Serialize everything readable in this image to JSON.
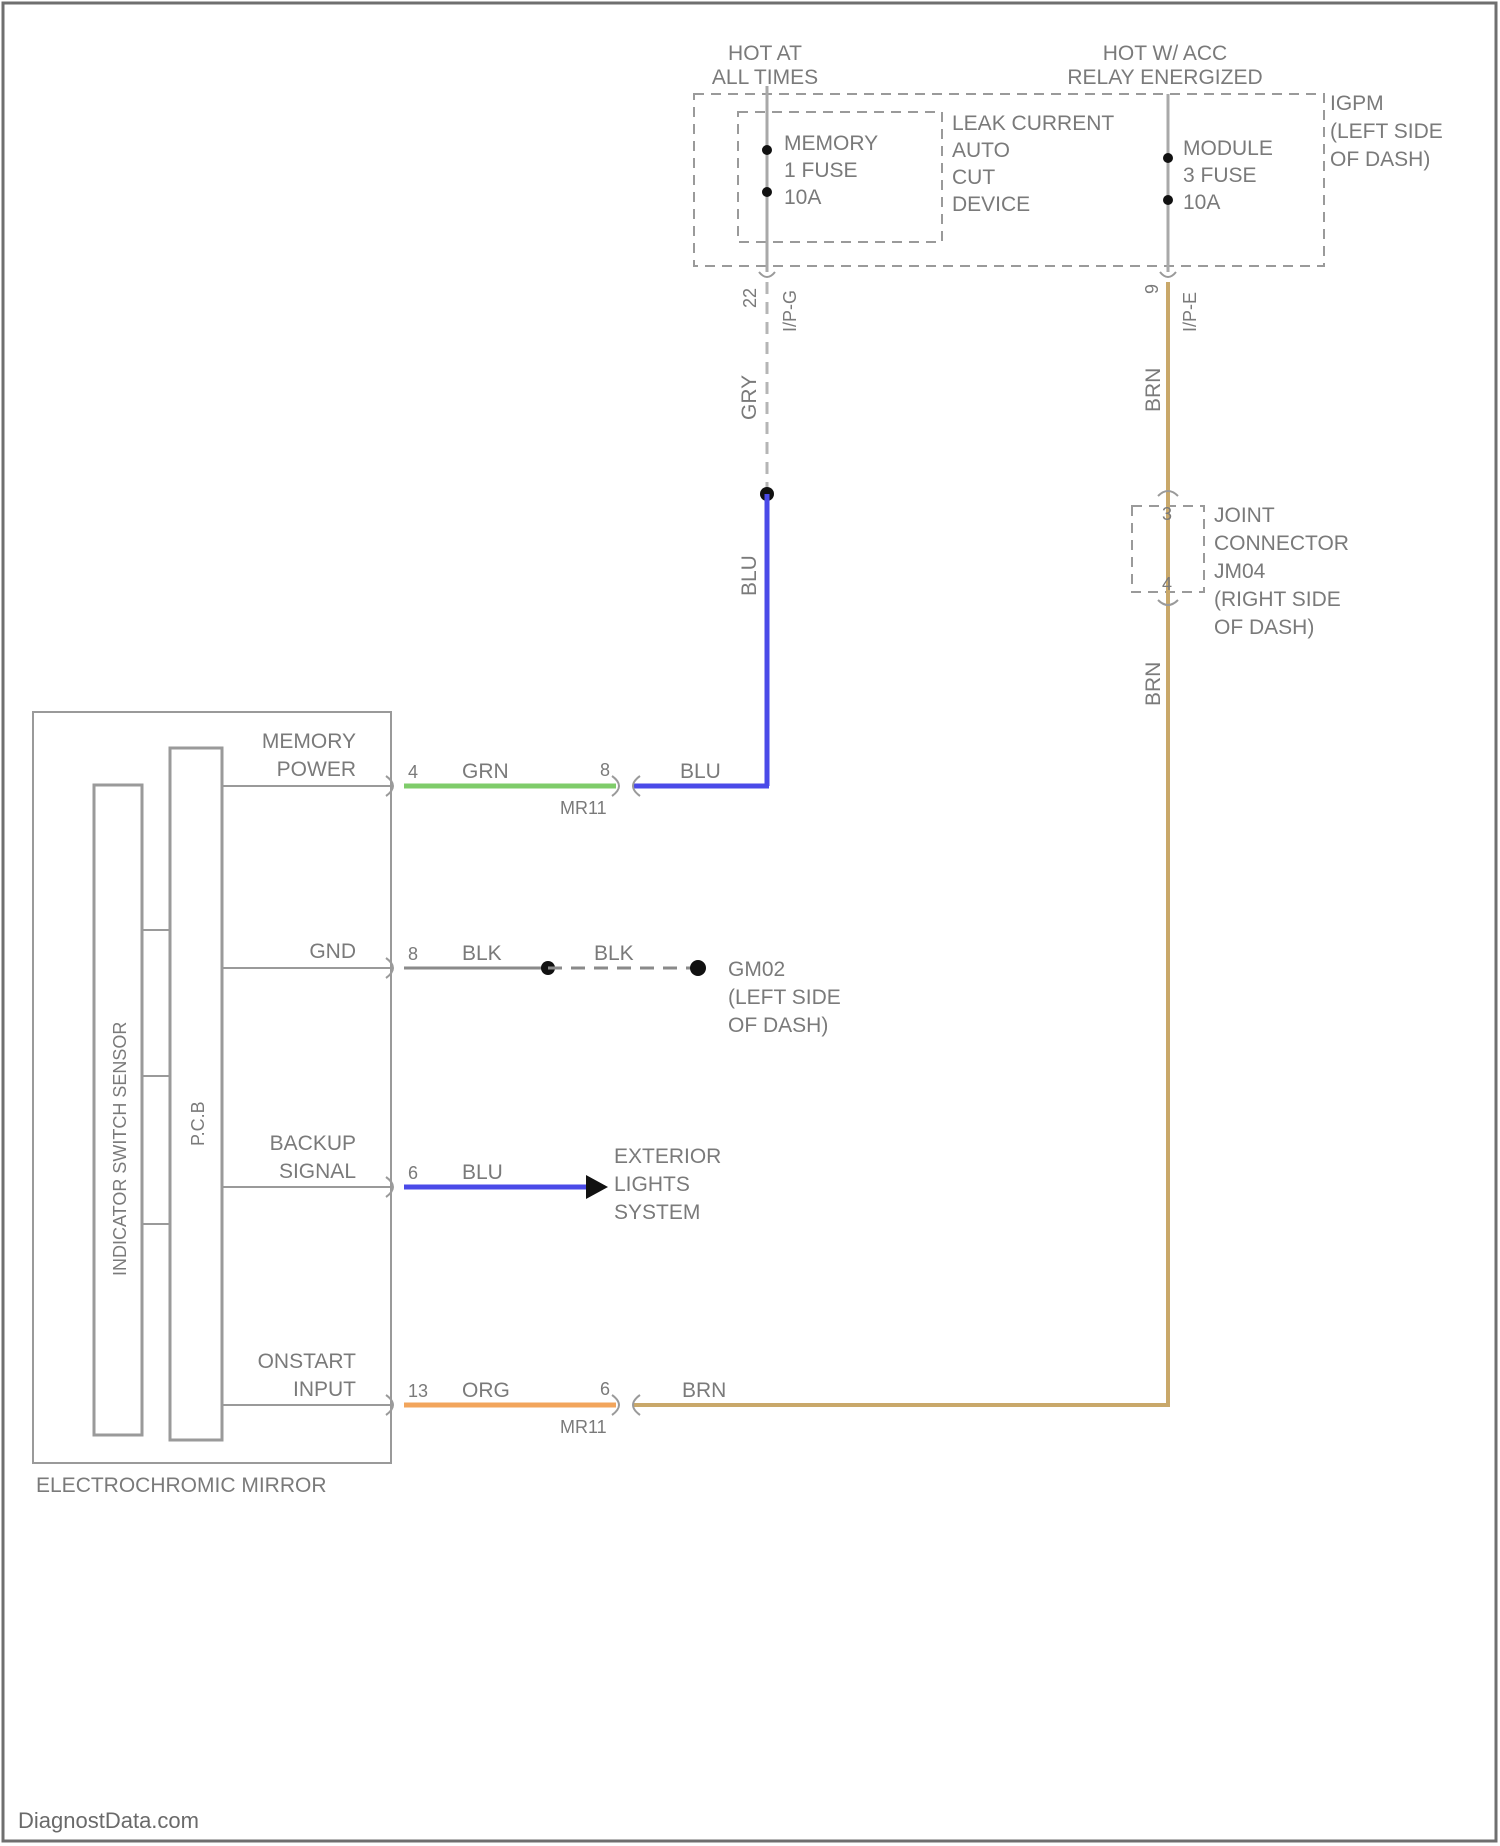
{
  "colors": {
    "frame": "#6f6f6f",
    "wire_gray": "#a9a9a9",
    "wire_blue": "#4a4ae8",
    "wire_green": "#7fcc6a",
    "wire_orange": "#f2a55c",
    "wire_brown": "#c9a86a",
    "node": "#111111"
  },
  "fuse_box": {
    "hot_at_all_times": [
      "HOT AT",
      "ALL TIMES"
    ],
    "hot_relay": [
      "HOT W/ ACC",
      "RELAY ENERGIZED"
    ],
    "name": [
      "IGPM",
      "(LEFT SIDE",
      "OF DASH)"
    ],
    "memory_fuse": [
      "MEMORY",
      "1 FUSE",
      "10A"
    ],
    "leak_device": [
      "LEAK CURRENT",
      "AUTO",
      "CUT",
      "DEVICE"
    ],
    "module_fuse": [
      "MODULE",
      "3 FUSE",
      "10A"
    ],
    "pin_left": "I/P-G",
    "pin_left_num": "22",
    "pin_right": "I/P-E",
    "pin_right_num": "9"
  },
  "wires": {
    "gray_label": "GRY",
    "blue_label": "BLU",
    "brown_top": "BRN",
    "brown_mid": "BRN",
    "grn_label": "GRN",
    "blu_h_label": "BLU",
    "blk1": "BLK",
    "blk2": "BLK",
    "blu_backup": "BLU",
    "org_label": "ORG",
    "brn_h_label": "BRN"
  },
  "joint_connector": {
    "label": [
      "JOINT",
      "CONNECTOR",
      "JM04",
      "(RIGHT SIDE",
      "OF DASH)"
    ],
    "pin_top": "3",
    "pin_bottom": "4"
  },
  "mirror": {
    "title": "ELECTROCHROMIC MIRROR",
    "sensor": "INDICATOR SWITCH SENSOR",
    "pcb": "P.C.B",
    "memory_power": [
      "MEMORY",
      "POWER"
    ],
    "gnd": "GND",
    "backup": [
      "BACKUP",
      "SIGNAL"
    ],
    "onstart": [
      "ONSTART",
      "INPUT"
    ],
    "pin_memory": "4",
    "pin_gnd": "8",
    "pin_backup": "6",
    "pin_onstart": "13"
  },
  "connectors": {
    "mr11_a": "MR11",
    "mr11_b": "MR11",
    "mr11_pin_top": "8",
    "mr11_pin_bottom": "6"
  },
  "ground": [
    "GM02",
    "(LEFT SIDE",
    "OF DASH)"
  ],
  "exterior": [
    "EXTERIOR",
    "LIGHTS",
    "SYSTEM"
  ],
  "footer": "DiagnostData.com"
}
